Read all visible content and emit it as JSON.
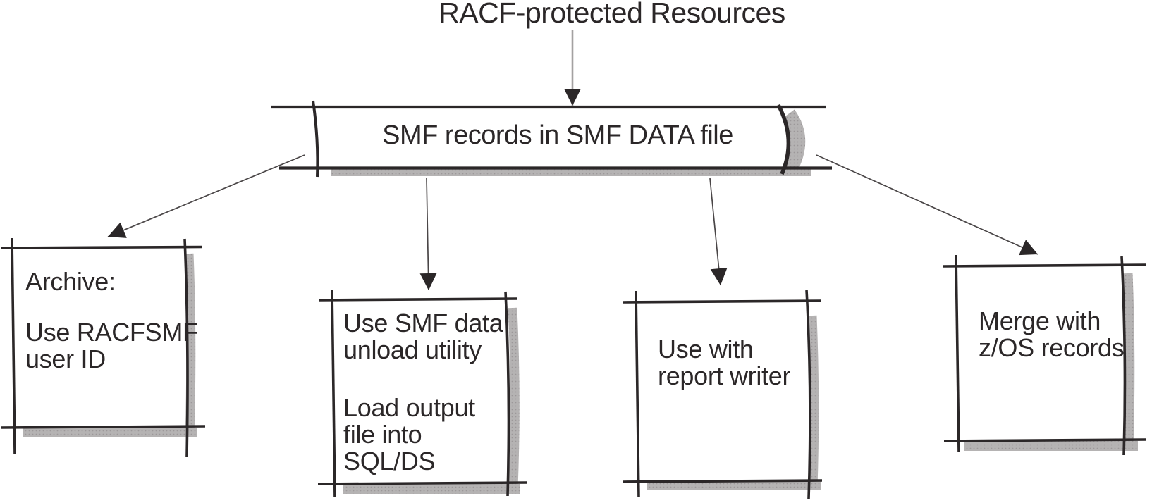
{
  "title": "RACF-protected Resources",
  "datastore": {
    "label": "SMF records in SMF DATA file",
    "shape": "hand-drawn flat data-file band with drop shadow"
  },
  "boxes": [
    {
      "id": "archive",
      "paragraphs": [
        [
          "Archive:"
        ],
        [
          "Use RACFSMF",
          "user ID"
        ]
      ]
    },
    {
      "id": "smf-unload",
      "paragraphs": [
        [
          "Use SMF data",
          "unload utility"
        ],
        [
          "Load output",
          "file into",
          "SQL/DS"
        ]
      ]
    },
    {
      "id": "report-writer",
      "paragraphs": [
        [
          "Use with",
          "report writer"
        ]
      ]
    },
    {
      "id": "merge-zos",
      "paragraphs": [
        [
          "Merge with",
          "z/OS records"
        ]
      ]
    }
  ],
  "edges": [
    {
      "from": "RACF-protected Resources",
      "to": "SMF records in SMF DATA file"
    },
    {
      "from": "SMF records in SMF DATA file",
      "to": "archive"
    },
    {
      "from": "SMF records in SMF DATA file",
      "to": "smf-unload"
    },
    {
      "from": "SMF records in SMF DATA file",
      "to": "report-writer"
    },
    {
      "from": "SMF records in SMF DATA file",
      "to": "merge-zos"
    }
  ],
  "icons": {
    "arrowheads": "filled-triangle-arrow-icon"
  },
  "colors": {
    "ink": "#2b2728",
    "arrow_stem": "#4a4647",
    "title_arrow_stem": "#a3a1a1",
    "shadow_gray": "#b5b3b3",
    "background": "#ffffff"
  }
}
